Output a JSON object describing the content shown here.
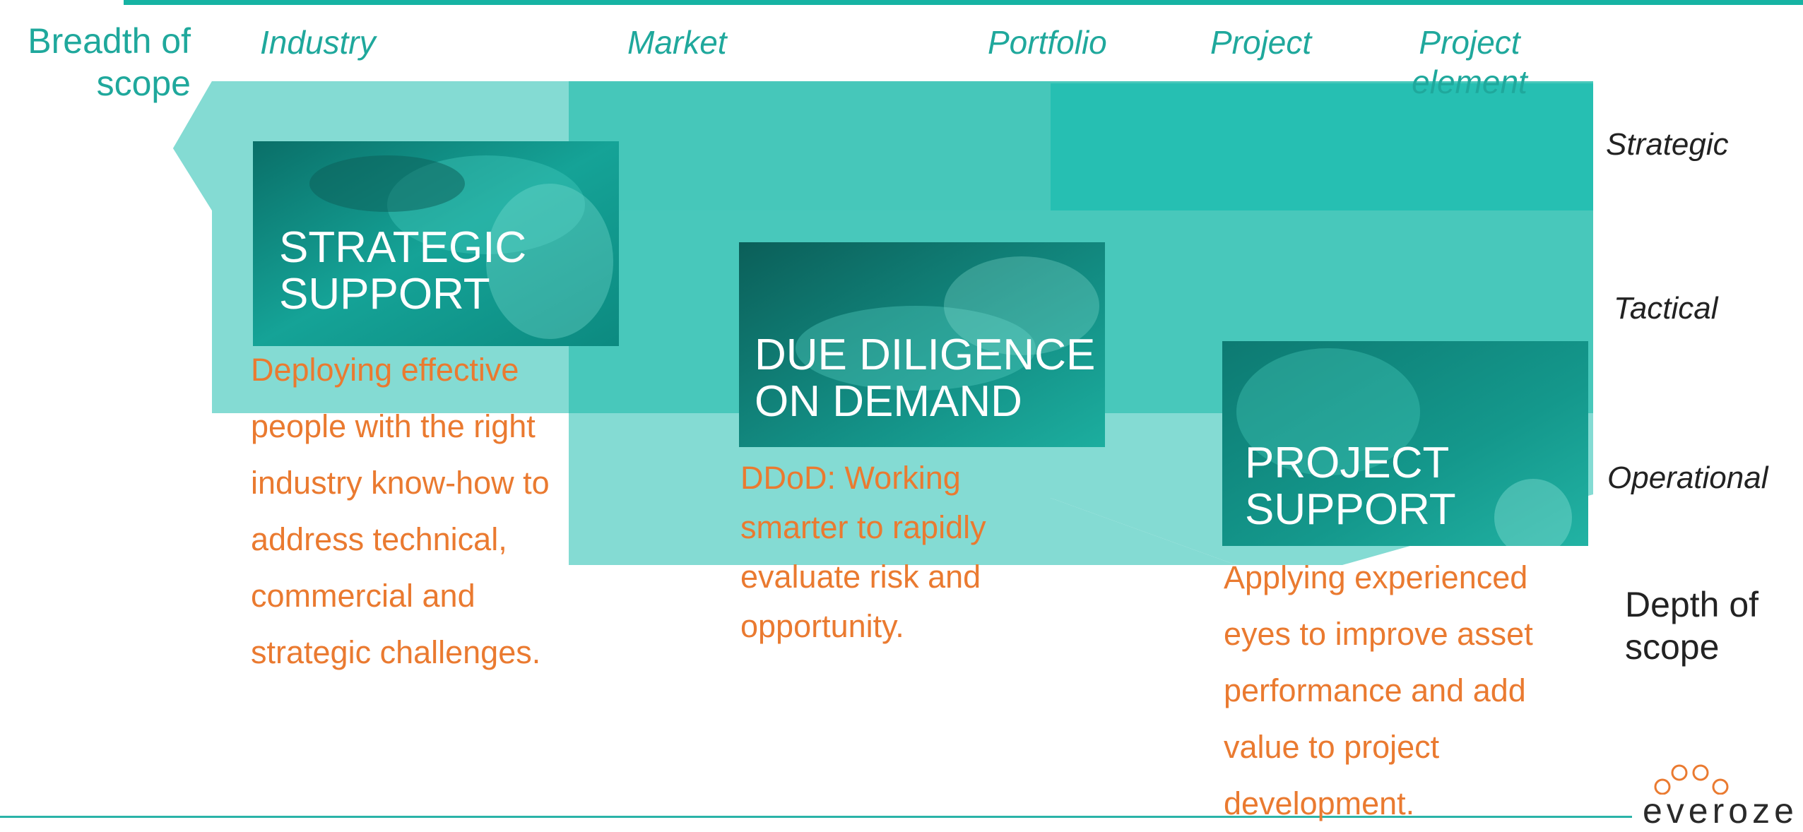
{
  "axes": {
    "breadth_label": "Breadth of scope",
    "depth_label": "Depth of scope",
    "columns": [
      "Industry",
      "Market",
      "Portfolio",
      "Project",
      "Project element"
    ],
    "rows": [
      "Strategic",
      "Tactical",
      "Operational"
    ]
  },
  "cards": [
    {
      "title": "STRATEGIC SUPPORT",
      "description": "Deploying effective people with the right industry know-how to address technical, commercial and strategic challenges."
    },
    {
      "title": "DUE DILIGENCE ON DEMAND",
      "description": "DDoD: Working smarter to rapidly evaluate risk and opportunity."
    },
    {
      "title": "PROJECT SUPPORT",
      "description": "Applying experienced eyes to improve asset performance and add value to project development."
    }
  ],
  "brand": {
    "name": "everoze",
    "accent": "#16b3a3",
    "text_accent": "#ea7a30"
  },
  "icons": [
    "logo-circles-icon"
  ]
}
